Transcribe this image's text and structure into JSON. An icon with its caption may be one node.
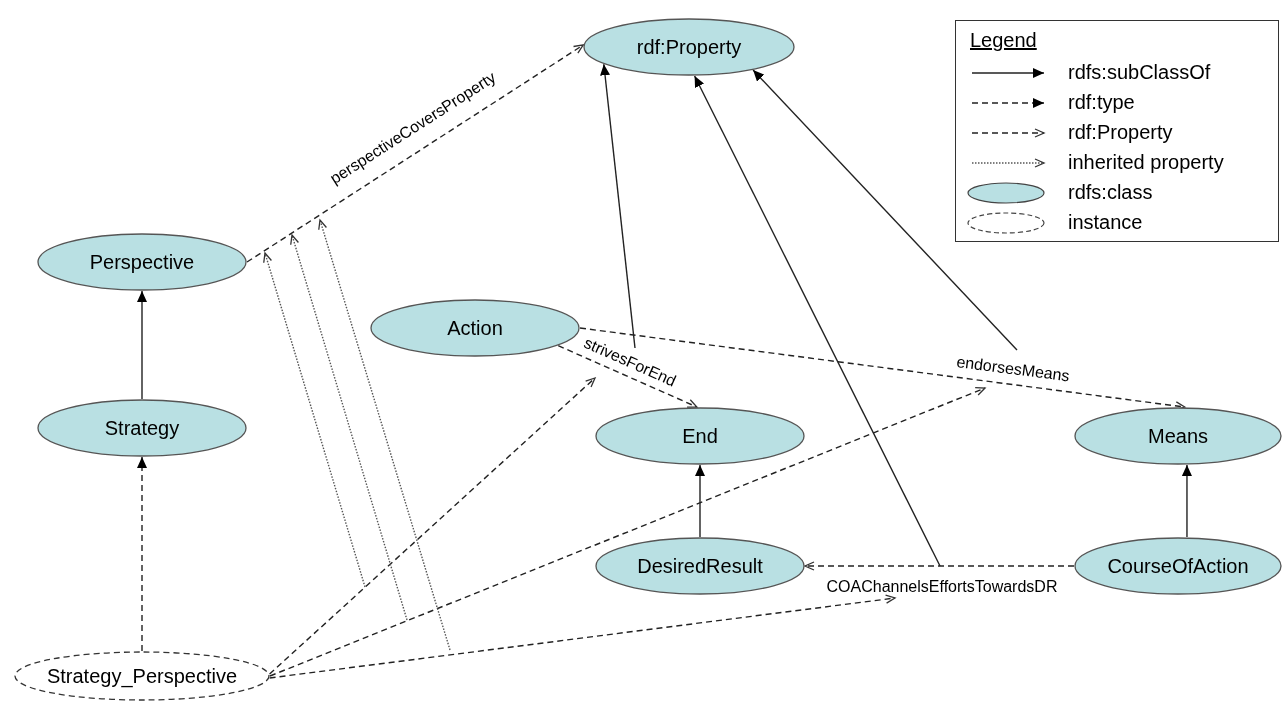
{
  "diagram": {
    "nodes": [
      {
        "text": [
          "rdf:Property"
        ]
      },
      {
        "text": [
          "Perspective"
        ]
      },
      {
        "text": [
          "Action"
        ]
      },
      {
        "text": [
          "Strategy"
        ]
      },
      {
        "text": [
          "End"
        ]
      },
      {
        "text": [
          "Means"
        ]
      },
      {
        "text": [
          "DesiredResult"
        ]
      },
      {
        "text": [
          "CourseOfAction"
        ]
      },
      {
        "text": [
          "Strategy_Perspective"
        ]
      }
    ],
    "edges": [
      {
        "from": 3,
        "to": 1,
        "arrow": "to"
      },
      {
        "from": 8,
        "to": 3,
        "arrow": "to",
        "style": "dashed"
      },
      {
        "from": 1,
        "to": 0,
        "arrow": "to",
        "style": "dashed",
        "label": "perspectiveCoversProperty"
      },
      {
        "from": 2,
        "to": 4,
        "arrow": "to",
        "style": "dashed",
        "label": "strivesForEnd"
      },
      {
        "from": 2,
        "to": 5,
        "arrow": "to",
        "style": "dashed",
        "label": "endorsesMeans"
      },
      {
        "from": 6,
        "to": 4,
        "arrow": "to"
      },
      {
        "from": 7,
        "to": 5,
        "arrow": "to"
      },
      {
        "from": 7,
        "to": 6,
        "arrow": "to",
        "style": "dashed",
        "label": "COAChannelsEffortsTowardsDR"
      },
      {
        "from": null,
        "to": 0,
        "arrow": "to"
      },
      {
        "from": null,
        "to": 0,
        "arrow": "to"
      },
      {
        "from": null,
        "to": 0,
        "arrow": "to"
      },
      {
        "from": 8,
        "to": null,
        "arrow": "to",
        "style": "dashed"
      },
      {
        "from": 8,
        "to": null,
        "arrow": "to",
        "style": "dashed"
      },
      {
        "from": 8,
        "to": null,
        "arrow": "to",
        "style": "dashed"
      }
    ],
    "labels": [
      "Legend"
    ],
    "legend": [
      {
        "text": "rdfs:subClassOf"
      },
      {
        "text": "rdf:type"
      },
      {
        "text": "rdf:Property"
      },
      {
        "text": "inherited property"
      },
      {
        "text": "rdfs:class"
      },
      {
        "text": "instance"
      }
    ]
  }
}
